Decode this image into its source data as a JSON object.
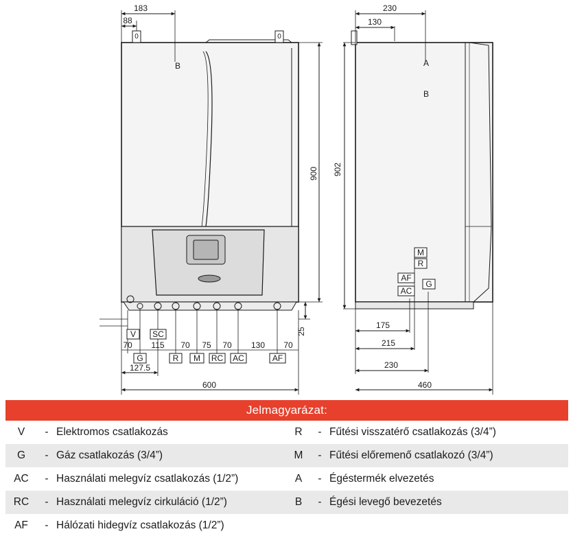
{
  "diagram": {
    "front_view": {
      "dims_top": [
        "183",
        "88"
      ],
      "top_markers": [
        "0",
        "0"
      ],
      "letter_b": "B",
      "height": "900",
      "bottom_offset": "25",
      "tags_row1": [
        "V",
        "SC"
      ],
      "dims_row1": [
        "70",
        "115",
        "70",
        "75",
        "70",
        "130",
        "70"
      ],
      "tags_row2": [
        "G",
        "R",
        "M",
        "RC",
        "AC",
        "AF"
      ],
      "dim_g": "127.5",
      "width": "600"
    },
    "side_view": {
      "dims_top": [
        "230",
        "130"
      ],
      "letter_a": "A",
      "letter_b": "B",
      "height": "902",
      "tags_stack": [
        "M",
        "R",
        "AF",
        "AC",
        "G"
      ],
      "dims_depth": [
        "175",
        "215",
        "230"
      ],
      "depth": "460"
    }
  },
  "legend": {
    "title": "Jelmagyarázat:",
    "separator": "-",
    "rows": [
      {
        "left": {
          "code": "V",
          "text": "Elektromos csatlakozás"
        },
        "right": {
          "code": "R",
          "text": "Fűtési visszatérő csatlakozás (3/4”)"
        }
      },
      {
        "left": {
          "code": "G",
          "text": "Gáz csatlakozás (3/4”)"
        },
        "right": {
          "code": "M",
          "text": "Fűtési előremenő csatlakozó (3/4”)"
        }
      },
      {
        "left": {
          "code": "AC",
          "text": "Használati melegvíz csatlakozás (1/2”)"
        },
        "right": {
          "code": "A",
          "text": "Égéstermék elvezetés"
        }
      },
      {
        "left": {
          "code": "RC",
          "text": "Használati melegvíz cirkuláció (1/2”)"
        },
        "right": {
          "code": "B",
          "text": "Égési levegő bevezetés"
        }
      },
      {
        "left": {
          "code": "AF",
          "text": "Hálózati hidegvíz csatlakozás (1/2”)"
        }
      }
    ]
  }
}
